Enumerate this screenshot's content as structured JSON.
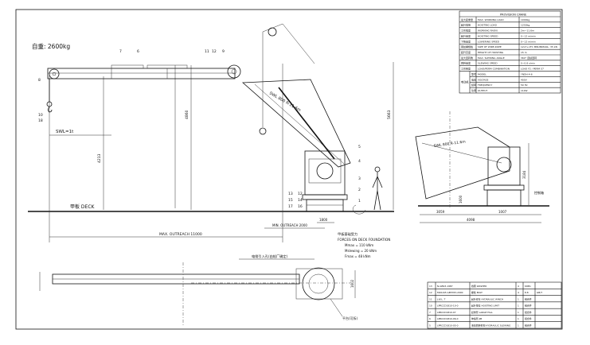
{
  "weight_label": "自重: 2600kg",
  "swl_label": "SWL=1t",
  "deck_label": "甲板 DECK",
  "boom_plate": "SWL 800 R-11.6m",
  "side_boom_plate": "SWL 800 R-11.6m",
  "dims": {
    "height_outer": "5663",
    "height_mid": "4860",
    "height_left": "4213",
    "max_outreach": "MAX. OUTREACH 11000",
    "min_outreach": "MIN. OUTREACH 2000",
    "base_width": "1800",
    "side_height": "3184",
    "side_lower": "1600",
    "side_left": "3059",
    "side_right": "1007",
    "side_total": "4098",
    "plan_height": "1602"
  },
  "callouts": [
    "1",
    "2",
    "3",
    "4",
    "5",
    "6",
    "7",
    "8",
    "9",
    "10",
    "11",
    "12",
    "13",
    "14",
    "15",
    "16",
    "17",
    "18"
  ],
  "notes": {
    "foundation_title_cn": "甲板基础受力",
    "foundation_title": "FORCES ON DECK FOUNDATION",
    "m_max": "Mmax = 110 kNm",
    "m_slewing": "Mslewing = 20 kNm",
    "f_max": "Fmax = 48 kNm",
    "cable_entry": "电缆引入孔(由船厂确定)",
    "side_callout": "控制箱",
    "plan_callout": "平台(可拆)"
  },
  "spec_table": {
    "title": "PROVISION CRANE",
    "rows": [
      [
        "最大起重量",
        "MAX. WORKING LOAD",
        "1000kg"
      ],
      [
        "起升载荷",
        "HOISTING LOAD",
        "1250kg"
      ],
      [
        "工作幅度",
        "WORKING RADIU",
        "2m~11.6m"
      ],
      [
        "起升速度",
        "HOISTING SPEED",
        "0~12 m/min"
      ],
      [
        "下降速度",
        "LOWERING SPEED",
        "0~12 m/min"
      ],
      [
        "钢丝绳规格",
        "SIZE OF WIRE-ROPE",
        "12x7+1FC  MIN.BREAKL: 35 kN"
      ],
      [
        "起升高度",
        "HEIGHT OF HOISTING",
        "15 m"
      ],
      [
        "最大回转角",
        "MAX. SLEWING ANGLE",
        "360° 连续回转"
      ],
      [
        "回转速度",
        "SLEWING SPEED",
        "0~0.8 r/min"
      ],
      [
        "工作制度",
        "LOAD/PERM COMBINATION",
        "LOAD F2 / PERM S7"
      ]
    ],
    "motor_group": "电动机",
    "motor_rows": [
      [
        "型号",
        "MODEL",
        "YNDH-4-6"
      ],
      [
        "电压",
        "VOLTAGE",
        "400V"
      ],
      [
        "频率",
        "FREQUENCY",
        "50 Hz"
      ],
      [
        "功率",
        "OUTPUT",
        "11kW"
      ]
    ]
  },
  "parts_table": {
    "rows": [
      [
        "13",
        "N-GB93-1987",
        "挡圈 WASHER",
        "4",
        "60Mn",
        ""
      ],
      [
        "12",
        "M20x65 GB5783-2000",
        "螺栓 BOLT",
        "4",
        "8.8",
        "GB/T"
      ],
      [
        "11",
        "J.W.L. T",
        "起升绞车 HYDRAULIC WINCH",
        "1",
        "组合件",
        ""
      ],
      [
        "10",
        "LPRCCD1810-10-0",
        "起升限位 HOISTING LIMIT",
        "1",
        "组合件",
        ""
      ],
      [
        "7",
        "LPRCCD1810-07",
        "起重臂 LARGE FALL",
        "1",
        "组合件",
        ""
      ],
      [
        "6",
        "LPRCCD1810-06-0",
        "伸缩臂 JIB",
        "1",
        "组合件",
        ""
      ],
      [
        "5",
        "LPRCCD1810-05-0",
        "液压回转机构 HYDRAULIC SLEWING",
        "1",
        "组合件",
        ""
      ]
    ]
  }
}
